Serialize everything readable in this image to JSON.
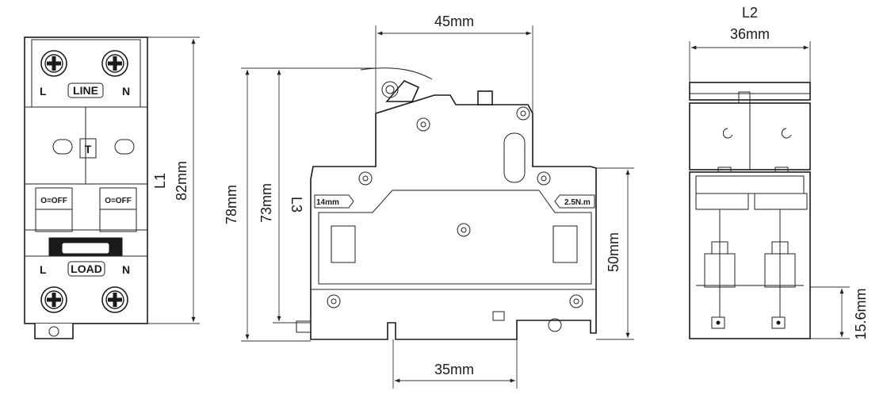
{
  "front_view": {
    "terminal_top_left": "L",
    "terminal_top_right": "N",
    "line_label": "LINE",
    "test_button": "T",
    "switch_left": "O=OFF",
    "switch_right": "O=OFF",
    "load_label": "LOAD",
    "terminal_bottom_left": "L",
    "terminal_bottom_right": "N",
    "dim_height_name": "L1",
    "dim_height_value": "82mm"
  },
  "side_view": {
    "dim_top_width": "45mm",
    "dim_outer_height": "78mm",
    "dim_inner_height": "73mm",
    "dim_height_name": "L3",
    "dim_body_height": "50mm",
    "dim_rail_width": "35mm",
    "torque_left": "14mm",
    "torque_right": "2.5N.m"
  },
  "end_view": {
    "dim_width_name": "L2",
    "dim_width_value": "36mm",
    "dim_lower_height": "15.6mm"
  },
  "colors": {
    "line": "#1a1a1a",
    "background": "#ffffff"
  }
}
